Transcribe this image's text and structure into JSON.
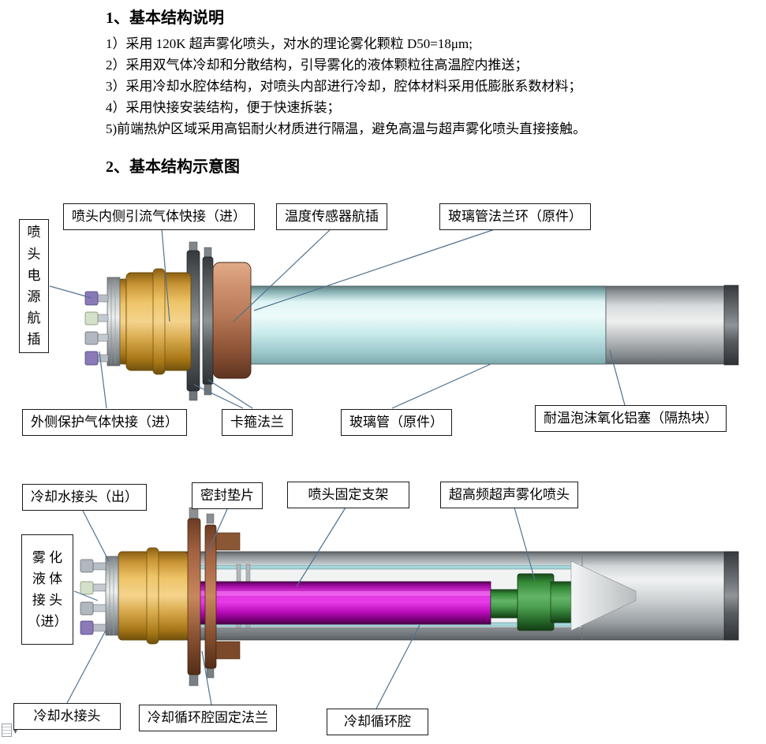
{
  "document": {
    "section1_heading": "1、基本结构说明",
    "section1_items": [
      "1）采用 120K 超声雾化喷头，对水的理论雾化颗粒 D50=18μm;",
      "2）采用双气体冷却和分散结构，引导雾化的液体颗粒往高温腔内推送；",
      "3）采用冷却水腔体结构，对喷头内部进行冷却，腔体材料采用低膨胀系数材料；",
      "4）采用快接安装结构，便于快速拆装；",
      "5)前端热炉区域采用高铝耐火材质进行隔温，避免高温与超声雾化喷头直接接触。"
    ],
    "section2_heading": "2、基本结构示意图"
  },
  "diagram1": {
    "labels": {
      "inner_gas": "喷头内侧引流气体快接（进）",
      "temp_sensor": "温度传感器航插",
      "glass_flange": "玻璃管法兰环（原件）",
      "power_plug": "喷\n头\n电\n源\n航\n插",
      "outer_gas": "外侧保护气体快接（进）",
      "clamp_flange": "卡箍法兰",
      "glass_tube": "玻璃管（原件）",
      "alumina_plug": "耐温泡沫氧化铝塞（隔热块）"
    }
  },
  "diagram2": {
    "labels": {
      "water_out": "冷却水接头（出）",
      "gasket": "密封垫片",
      "bracket": "喷头固定支架",
      "nozzle": "超高频超声雾化喷头",
      "liquid_in": "雾 化\n液 体\n接 头\n（进）",
      "water_in": "冷却水接头",
      "cooling_flange": "冷却循环腔固定法兰",
      "cooling_chamber": "冷却循环腔"
    }
  },
  "colors": {
    "leader_line": "#4f7391",
    "callout_border": "#1a1a1a",
    "glass_tube": "#c9ebeb",
    "gold_body": "#d8a94c",
    "copper_flange": "#b87a58",
    "atomizing_chamber_magenta": "#dc36dc",
    "nozzle_green": "#338a36",
    "steel_gray": "#b4babc"
  },
  "icons": {
    "paste_dropdown": "▾"
  }
}
